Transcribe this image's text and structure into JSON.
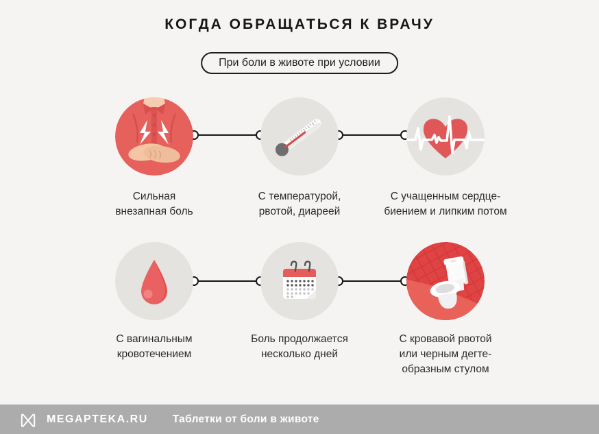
{
  "header": {
    "title": "КОГДА ОБРАЩАТЬСЯ К ВРАЧУ",
    "subtitle": "При боли в животе при условии"
  },
  "items": [
    {
      "icon": "stomach-pain-person-icon",
      "label": "Сильная\nвнезапная боль"
    },
    {
      "icon": "thermometer-icon",
      "label": "С температурой,\nрвотой, диареей"
    },
    {
      "icon": "heartbeat-ecg-icon",
      "label": "С учащенным сердце-\nбиением и липким потом"
    },
    {
      "icon": "blood-drop-icon",
      "label": "С вагинальным\nкровотечением"
    },
    {
      "icon": "calendar-icon",
      "label": "Боль продолжается\nнесколько дней"
    },
    {
      "icon": "toilet-icon",
      "label": "С кровавой рвотой\nили черным дегте-\nобразным стулом"
    }
  ],
  "footer": {
    "brand": "MEGAPTEKA.RU",
    "caption": "Таблетки от боли в животе",
    "logo_icon": "megapteka-butterfly-logo"
  },
  "colors": {
    "background": "#f5f4f2",
    "accent_red": "#e45757",
    "circle_gray": "#e4e3e0",
    "footer_gray": "#acacac",
    "line_black": "#141414",
    "text_dark": "#2b2b2b"
  }
}
